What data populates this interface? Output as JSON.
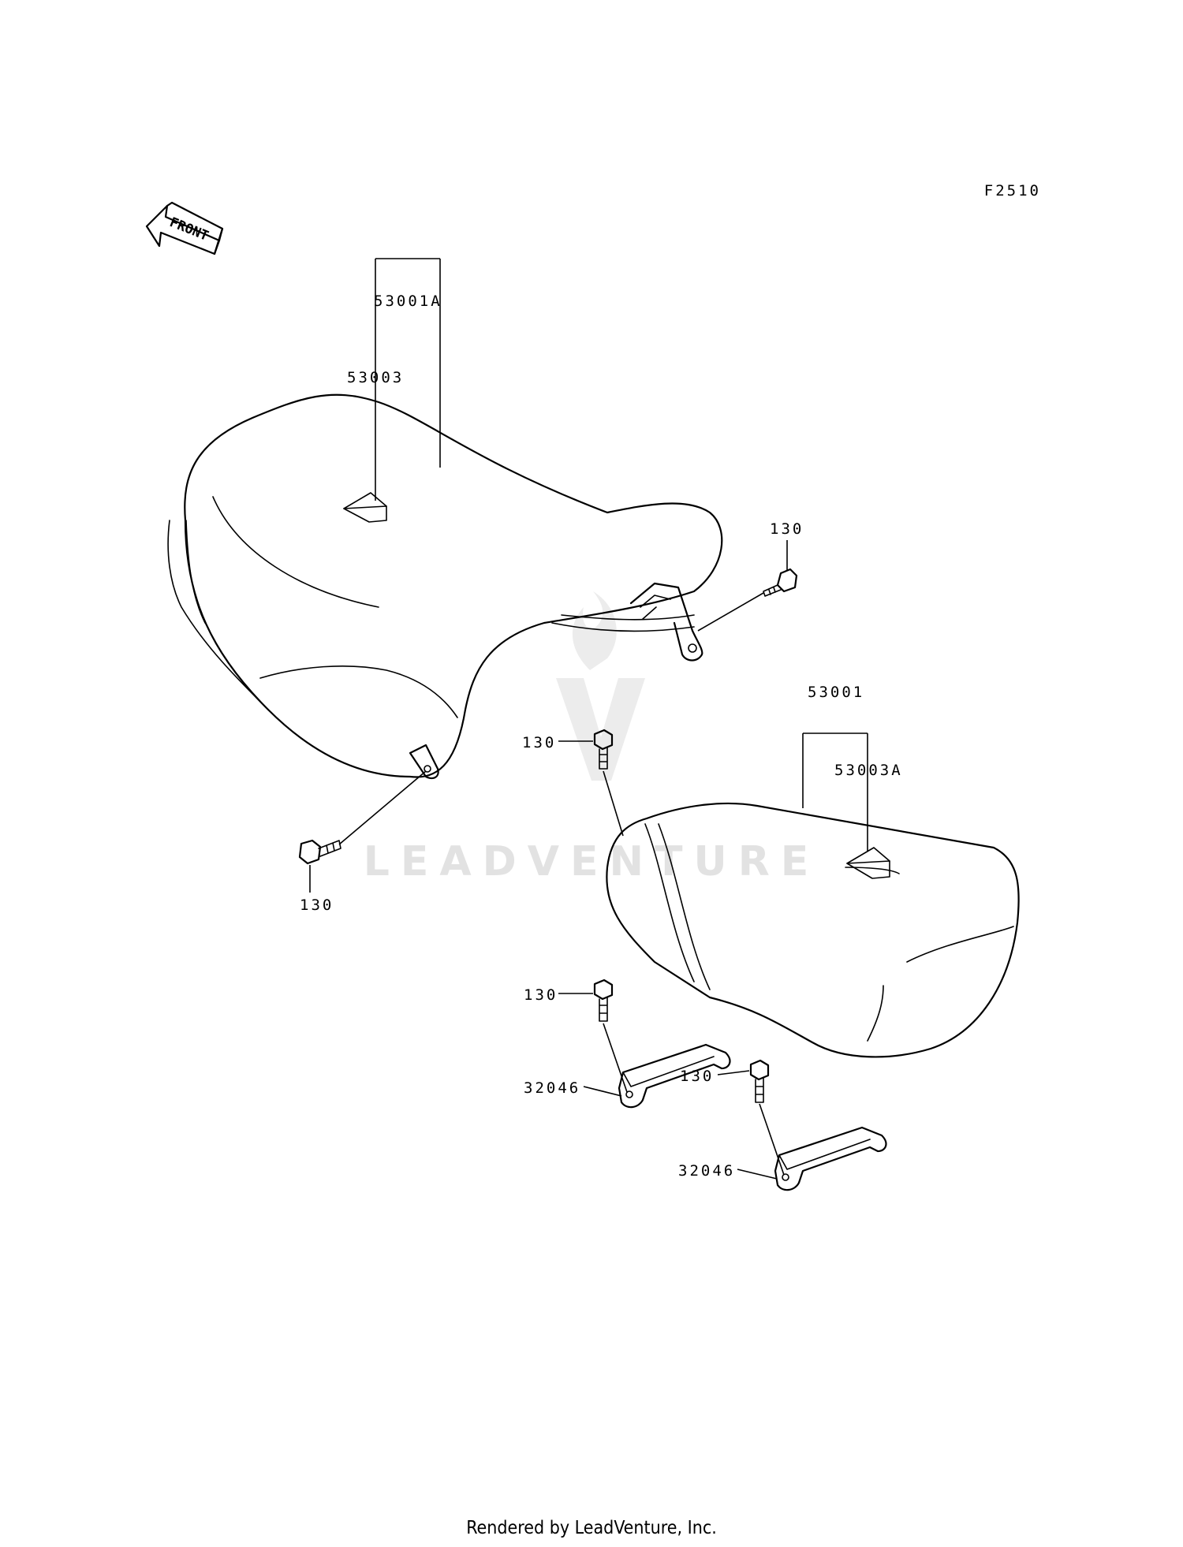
{
  "diagram_code": "F2510",
  "front_arrow_label": "FRONT",
  "parts": {
    "seat_front_assy": "53001A",
    "seat_front_cover": "53003",
    "seat_rear_assy": "53001",
    "seat_rear_cover": "53003A",
    "bolt": "130",
    "bracket": "32046"
  },
  "watermark": "LEADVENTURE",
  "footer": "Rendered by LeadVenture, Inc."
}
